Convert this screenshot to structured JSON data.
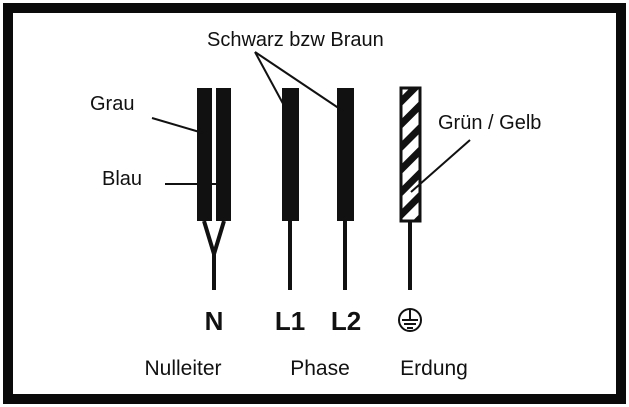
{
  "wire_labels": {
    "black_or_brown": "Schwarz bzw Braun",
    "grey": "Grau",
    "blue": "Blau",
    "green_yellow": "Grün / Gelb"
  },
  "terminals": {
    "neutral": "N",
    "line1": "L1",
    "line2": "L2"
  },
  "groups": {
    "neutral": "Nulleiter",
    "phase": "Phase",
    "earth": "Erdung"
  },
  "colors": {
    "ink": "#111111",
    "background": "#ffffff",
    "frame": "#0a0a0a"
  }
}
